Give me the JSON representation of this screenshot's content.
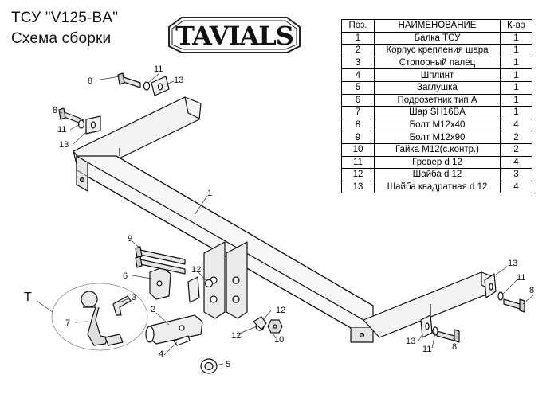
{
  "header": {
    "title_line1": "ТСУ  \"V125-BA\"",
    "title_line2": "Схема сборки",
    "logo_text": "TAVIALS"
  },
  "parts_table": {
    "headers": [
      "Поз.",
      "НАИМЕНОВАНИЕ",
      "К-во"
    ],
    "rows": [
      [
        "1",
        "Балка ТСУ",
        "1"
      ],
      [
        "2",
        "Корпус крепления шара",
        "1"
      ],
      [
        "3",
        "Стопорный палец",
        "1"
      ],
      [
        "4",
        "Шплинт",
        "1"
      ],
      [
        "5",
        "Заглушка",
        "1"
      ],
      [
        "6",
        "Подрозетник тип А",
        "1"
      ],
      [
        "7",
        "Шар SH16BA",
        "1"
      ],
      [
        "8",
        "Болт М12х40",
        "4"
      ],
      [
        "9",
        "Болт М12х90",
        "2"
      ],
      [
        "10",
        "Гайка М12(с.контр.)",
        "2"
      ],
      [
        "11",
        "Гровер d 12",
        "4"
      ],
      [
        "12",
        "Шайба d 12",
        "3"
      ],
      [
        "13",
        "Шайба квадратная d 12",
        "4"
      ]
    ]
  },
  "callouts": {
    "c1": "1",
    "c2": "2",
    "c3": "3",
    "c4": "4",
    "c5": "5",
    "c6": "6",
    "c7": "7",
    "c8a": "8",
    "c8b": "8",
    "c8c": "8",
    "c8d": "8",
    "c9": "9",
    "c10": "10",
    "c11a": "11",
    "c11b": "11",
    "c11c": "11",
    "c11d": "11",
    "c12a": "12",
    "c12b": "12",
    "c12c": "12",
    "c13a": "13",
    "c13b": "13",
    "c13c": "13",
    "c13d": "13",
    "kit_label": "T"
  }
}
